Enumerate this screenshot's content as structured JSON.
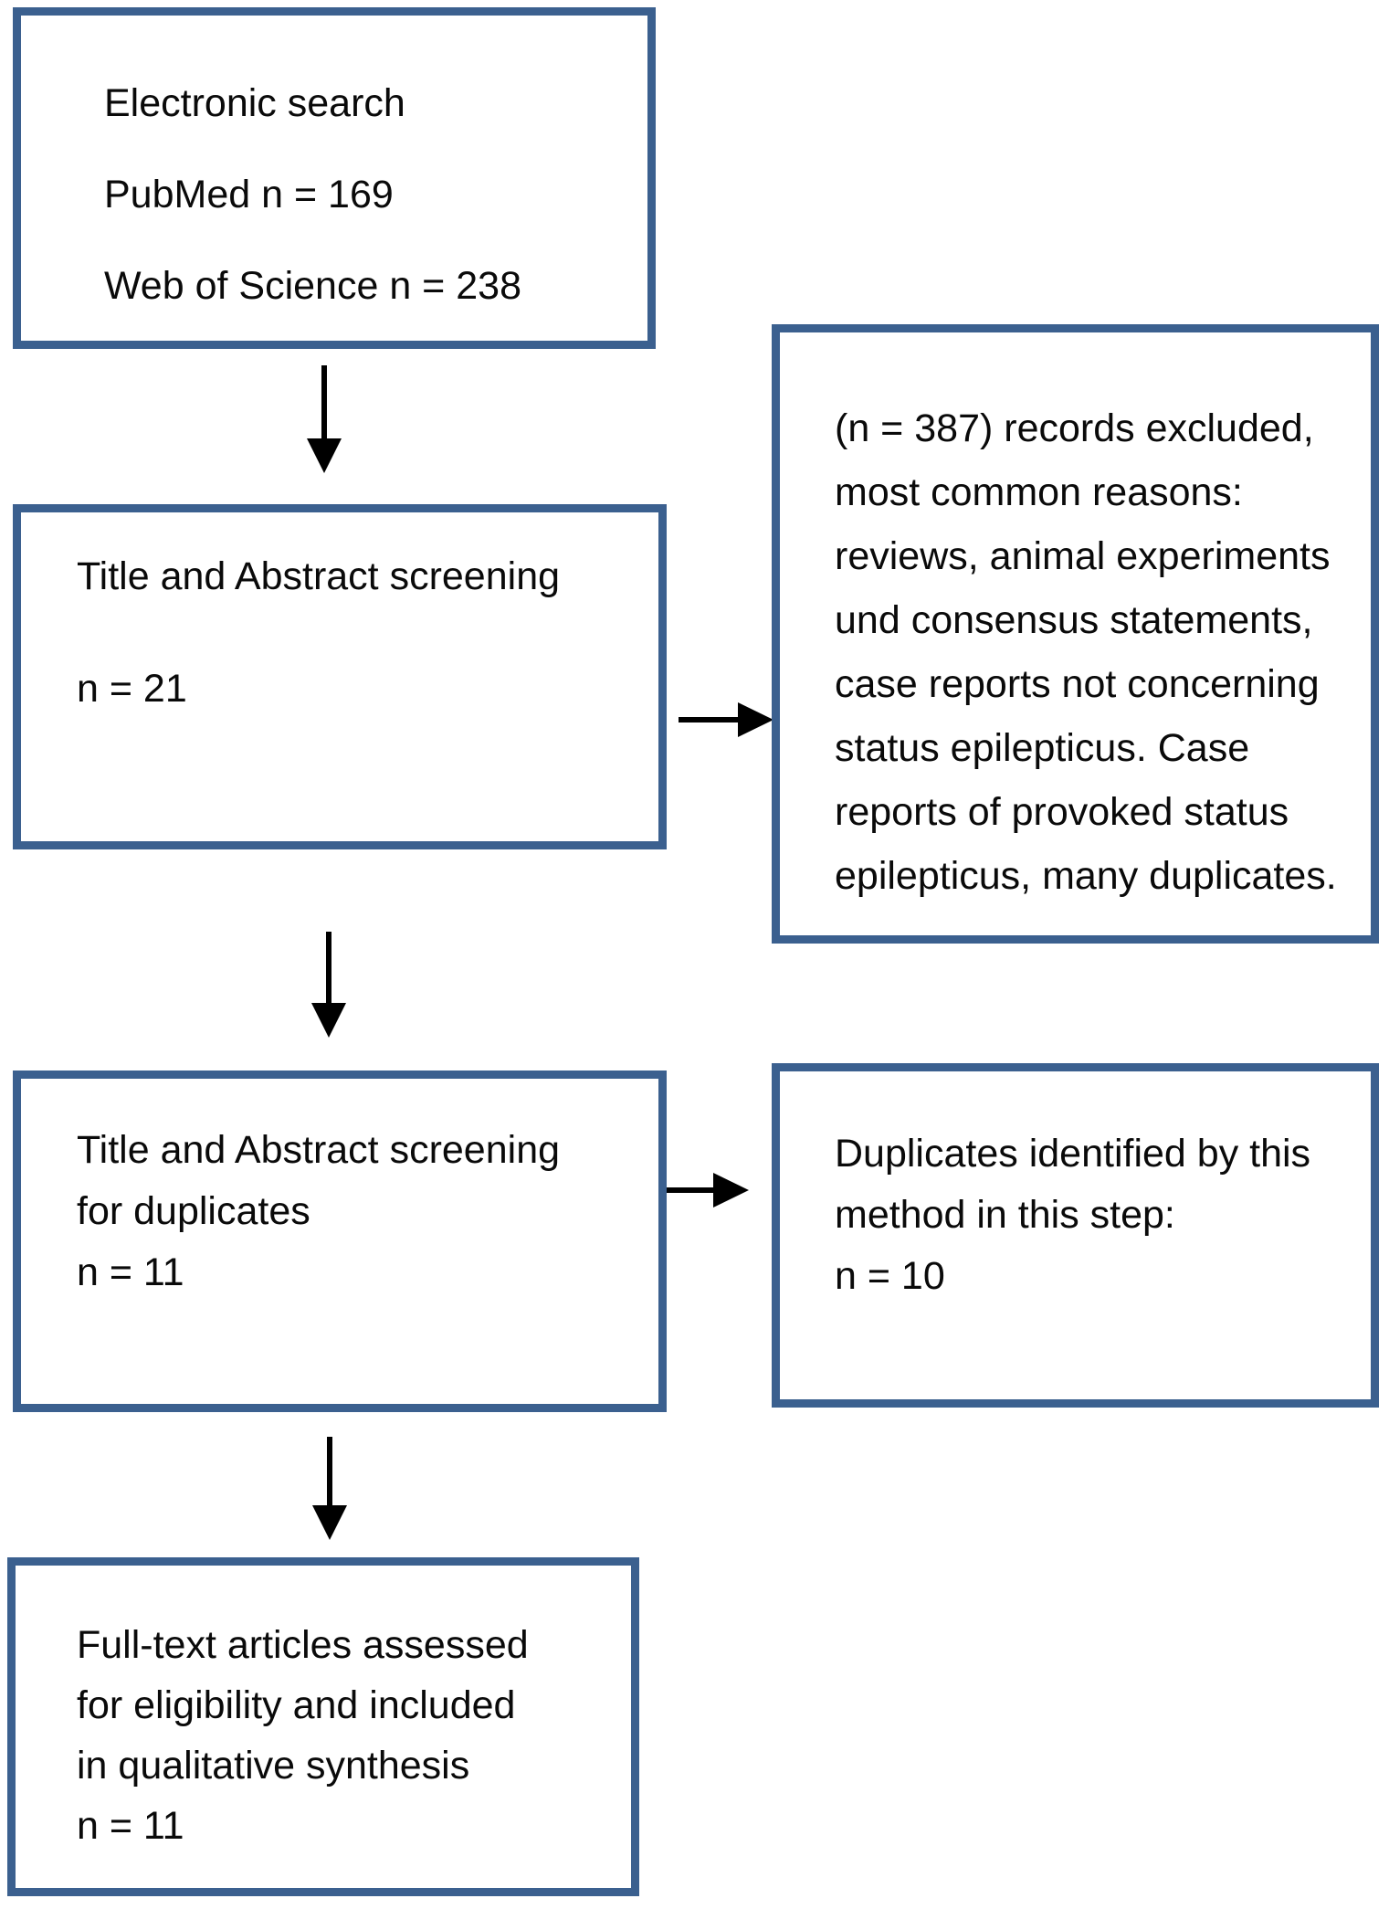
{
  "figure": {
    "type": "flow-diagram",
    "accent_border_color": "#3b608f",
    "arrow_color": "#000000",
    "boxes": [
      {
        "id": "electronic-search",
        "lines": [
          "Electronic search",
          "PubMed n = 169",
          "Web of Science n = 238"
        ]
      },
      {
        "id": "title-abstract-screening",
        "lines": [
          "Title and Abstract screening",
          "n = 21"
        ]
      },
      {
        "id": "records-excluded",
        "lines": [
          "(n = 387) records excluded,",
          "most common reasons:",
          "reviews, animal experiments",
          "und consensus statements,",
          "case reports not concerning",
          "status epilepticus. Case",
          "reports of provoked status",
          "epilepticus, many duplicates."
        ]
      },
      {
        "id": "title-abstract-screening-for-duplicates",
        "lines": [
          "Title and Abstract screening",
          "for duplicates",
          "n = 11"
        ]
      },
      {
        "id": "duplicates-identified",
        "lines": [
          "Duplicates identified by this",
          "method in this step:",
          "n = 10"
        ]
      },
      {
        "id": "full-text-assessed",
        "lines": [
          "Full-text articles assessed",
          "for eligibility and included",
          "in qualitative synthesis",
          "n = 11"
        ]
      }
    ],
    "connections": [
      {
        "from": "electronic-search",
        "to": "title-abstract-screening",
        "direction": "down"
      },
      {
        "from": "title-abstract-screening",
        "to": "records-excluded",
        "direction": "right"
      },
      {
        "from": "title-abstract-screening",
        "to": "title-abstract-screening-for-duplicates",
        "direction": "down"
      },
      {
        "from": "title-abstract-screening-for-duplicates",
        "to": "duplicates-identified",
        "direction": "right"
      },
      {
        "from": "title-abstract-screening-for-duplicates",
        "to": "full-text-assessed",
        "direction": "down"
      }
    ]
  }
}
